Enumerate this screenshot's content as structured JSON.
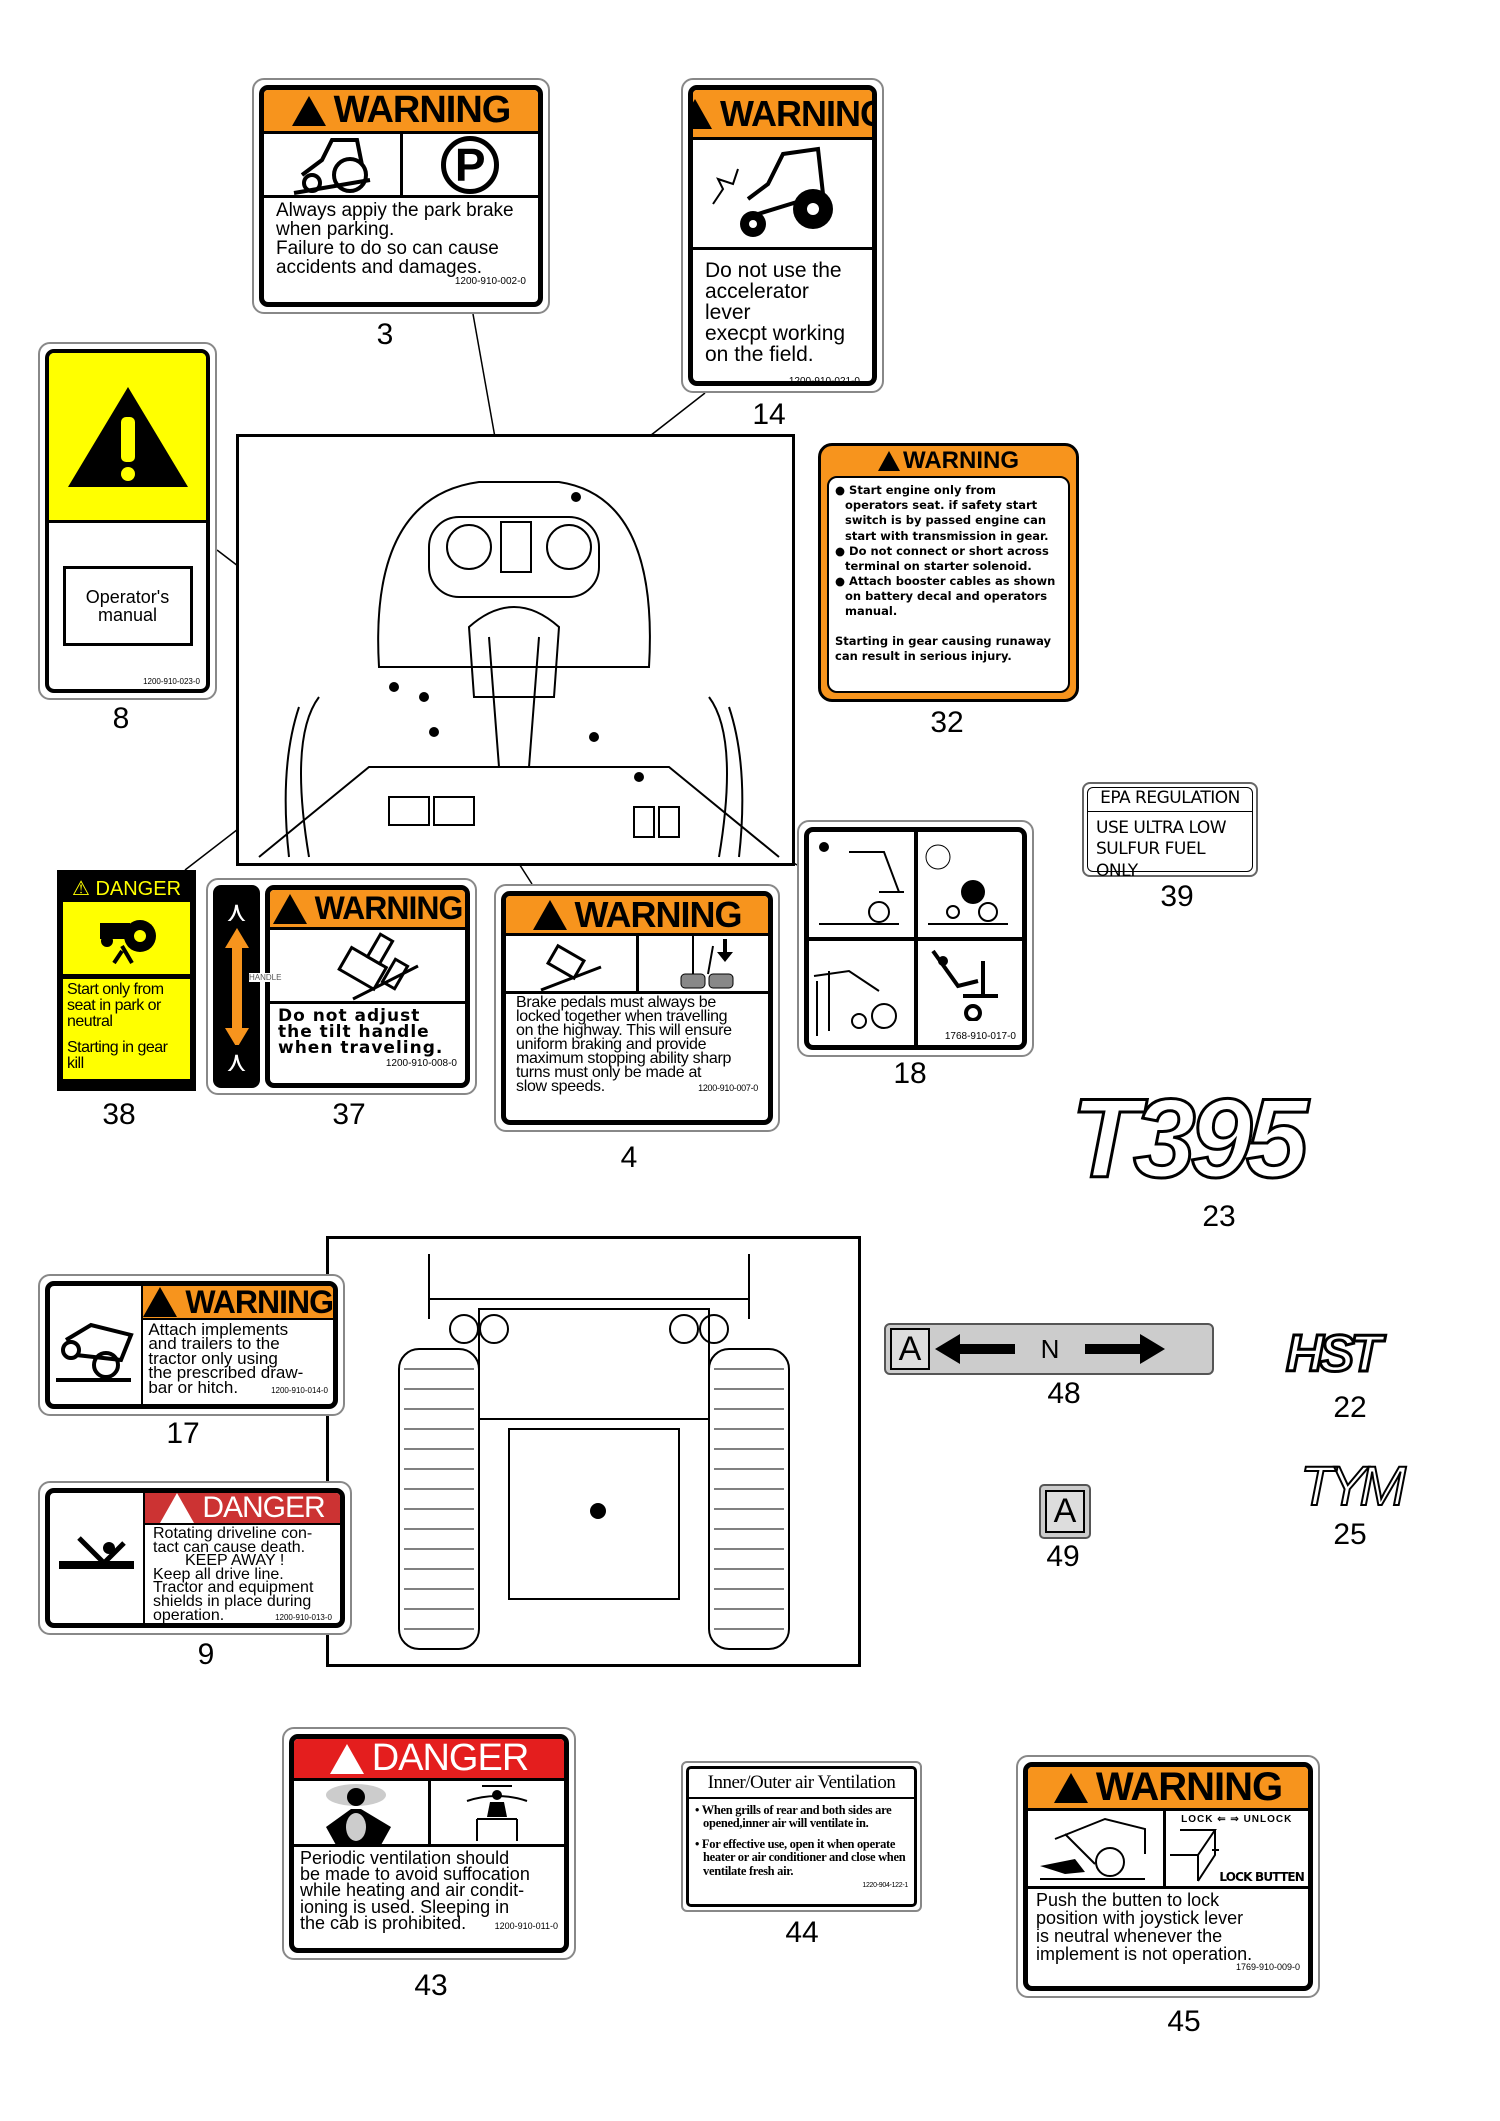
{
  "labels": {
    "l3": {
      "num": "3",
      "header": "WARNING",
      "lines": [
        "Always appiy the park  brake",
        "when parking.",
        "Failure to do so can cause",
        "accidents and damages."
      ],
      "part": "1200-910-002-0",
      "icon_a": "tractor-runover-icon",
      "icon_b": "park-brake-icon",
      "park_symbol": "P"
    },
    "l14": {
      "num": "14",
      "header": "WARNING",
      "lines": [
        "Do not use the",
        "accelerator lever",
        "execpt working",
        "on the field."
      ],
      "part": "1200-910-021-0",
      "icon": "tractor-crash-icon"
    },
    "l8": {
      "num": "8",
      "manual": "Operator's manual",
      "part": "1200-910-023-0",
      "icon": "warning-triangle-icon"
    },
    "l32": {
      "num": "32",
      "header": "WARNING",
      "bullets": [
        "Start engine only from operators seat. if safety start switch is by passed engine can start with transmission in gear.",
        "Do not connect or short across terminal on starter solenoid.",
        "Attach booster cables as shown on battery decal and operators manual."
      ],
      "footer": "Starting in gear causing runaway can result in serious injury."
    },
    "l39": {
      "num": "39",
      "title": "EPA REGULATION",
      "lines": [
        "USE ULTRA LOW",
        "SULFUR FUEL ONLY"
      ]
    },
    "l38": {
      "num": "38",
      "header": "DANGER",
      "lines": [
        "Start only from",
        "seat in park or",
        "neutral"
      ],
      "footer": "Starting in gear kill"
    },
    "l37": {
      "num": "37",
      "header": "WARNING",
      "lines": [
        "Do not adjust",
        "the tilt handle",
        "when traveling."
      ],
      "part": "1200-910-008-0",
      "side_text": "HANDLE"
    },
    "l4": {
      "num": "4",
      "header": "WARNING",
      "lines": [
        "Brake pedals must always be",
        "locked together when travelling",
        "on the highway. This will ensure",
        "uniform braking and provide",
        "maximum stopping ability sharp",
        "turns must only be made at",
        "slow speeds."
      ],
      "part": "1200-910-007-0"
    },
    "l18": {
      "num": "18",
      "part": "1768-910-017-0"
    },
    "l23": {
      "num": "23",
      "logo": "T395"
    },
    "l17": {
      "num": "17",
      "header": "WARNING",
      "lines": [
        "Attach implements",
        "and trailers to the",
        "tractor only using",
        "the prescribed draw-",
        "bar or hitch."
      ],
      "part": "1200-910-014-0"
    },
    "l9": {
      "num": "9",
      "header": "DANGER",
      "lines": [
        "Rotating driveline  con-",
        "tact can cause death.",
        "KEEP AWAY !",
        "Keep all drive line.",
        "Tractor and equipment",
        "shields in place during",
        "operation."
      ],
      "part": "1200-910-013-0"
    },
    "l48": {
      "num": "48",
      "a": "A",
      "n": "N"
    },
    "l22": {
      "num": "22",
      "logo": "HST"
    },
    "l49": {
      "num": "49",
      "a": "A"
    },
    "l25": {
      "num": "25",
      "logo": "TYM"
    },
    "l43": {
      "num": "43",
      "header": "DANGER",
      "lines": [
        "Periodic ventilation should",
        "be made to avoid suffocation",
        "while heating and air condit-",
        "ioning is used. Sleeping in",
        "the cab is prohibited."
      ],
      "part": "1200-910-011-0"
    },
    "l44": {
      "num": "44",
      "title": "Inner/Outer air Ventilation",
      "bullets": [
        "When grills   of rear and both sides are opened,inner air will ventilate in.",
        "For effective use, open it when operate heater or air conditioner and close when ventilate fresh air."
      ],
      "part": "1220-904-122-1"
    },
    "l45": {
      "num": "45",
      "header": "WARNING",
      "lock": "LOCK",
      "unlock": "UNLOCK",
      "button": "LOCK BUTTEN",
      "lines": [
        "Push the butten to lock",
        "position with joystick lever",
        "is neutral whenever the",
        "implement is not operation."
      ],
      "part": "1769-910-009-0"
    }
  },
  "colors": {
    "warning": "#f7941d",
    "danger": "#e41e1e",
    "danger_yellow": "#ffff00"
  }
}
